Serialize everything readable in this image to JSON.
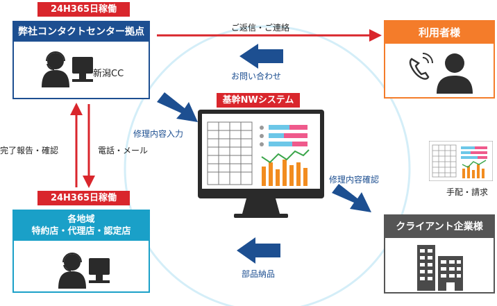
{
  "center_circle_color": "#d4eef8",
  "colors": {
    "red": "#d9262c",
    "navy": "#1d4f91",
    "cyan": "#1aa0c8",
    "orange": "#f47c2a",
    "gray": "#555555"
  },
  "contact_center": {
    "tag": "24H365日稼働",
    "title": "弊社コンタクトセンター拠点",
    "location": "新潟CC"
  },
  "user": {
    "title": "利用者様"
  },
  "regional": {
    "tag": "24H365日稼働",
    "title_line1": "各地域",
    "title_line2": "特約店・代理店・認定店"
  },
  "system": {
    "tag": "基幹NWシステム"
  },
  "client": {
    "title": "クライアント企業様",
    "note": "手配・請求"
  },
  "flows": {
    "reply": "ご返信・ご連絡",
    "inquiry": "お問い合わせ",
    "repair_input": "修理内容入力",
    "repair_confirm": "修理内容確認",
    "report": "完了報告・確認",
    "phone_mail": "電話・メール",
    "parts": "部品納品"
  },
  "icons": {
    "operator_top": "operator-headset-icon",
    "operator_bottom": "operator-headset-icon",
    "caller": "person-phone-icon",
    "monitor": "monitor-dashboard-icon",
    "buildings": "buildings-icon",
    "document": "document-chart-icon"
  }
}
